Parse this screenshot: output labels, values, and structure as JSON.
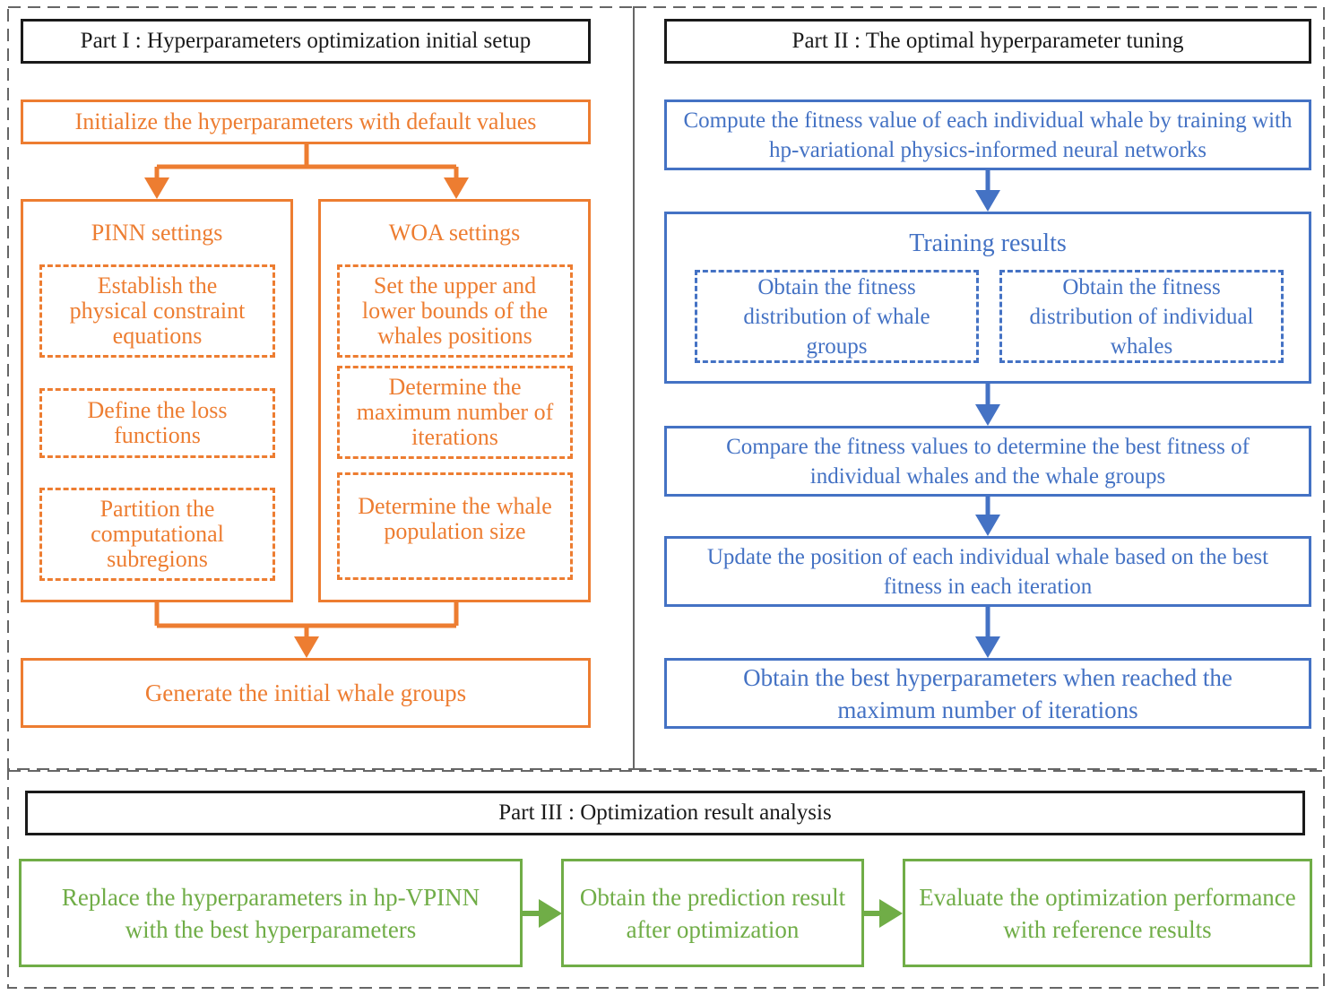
{
  "part1": {
    "title": "Part I : Hyperparameters optimization initial setup",
    "init": "Initialize the hyperparameters with default values",
    "pinn": {
      "title": "PINN settings",
      "items": [
        "Establish the physical constraint equations",
        "Define the loss functions",
        "Partition the computational subregions"
      ]
    },
    "woa": {
      "title": "WOA settings",
      "items": [
        "Set the upper and lower bounds of the whales positions",
        "Determine the maximum number of iterations",
        "Determine the whale population size"
      ]
    },
    "generate": "Generate the initial whale groups"
  },
  "part2": {
    "title": "Part II : The optimal hyperparameter tuning",
    "compute": "Compute the fitness value of each individual whale by training with hp-variational physics-informed neural networks",
    "training": {
      "title": "Training results",
      "items": [
        "Obtain the fitness distribution of whale groups",
        "Obtain the fitness distribution of individual whales"
      ]
    },
    "compare": "Compare the fitness values to determine the best fitness of individual whales and the whale groups",
    "update": "Update the position of each individual whale based on the best fitness in each iteration",
    "obtain": "Obtain the best hyperparameters when reached the maximum number of iterations"
  },
  "part3": {
    "title": "Part III : Optimization result analysis",
    "steps": [
      "Replace the hyperparameters in hp-VPINN with the best hyperparameters",
      "Obtain the prediction result after optimization",
      "Evaluate the optimization performance with reference results"
    ]
  },
  "colors": {
    "orange": "#ED7D31",
    "blue": "#4472C4",
    "green": "#70AD47",
    "black": "#1a1a1a",
    "dash": "#666666"
  }
}
